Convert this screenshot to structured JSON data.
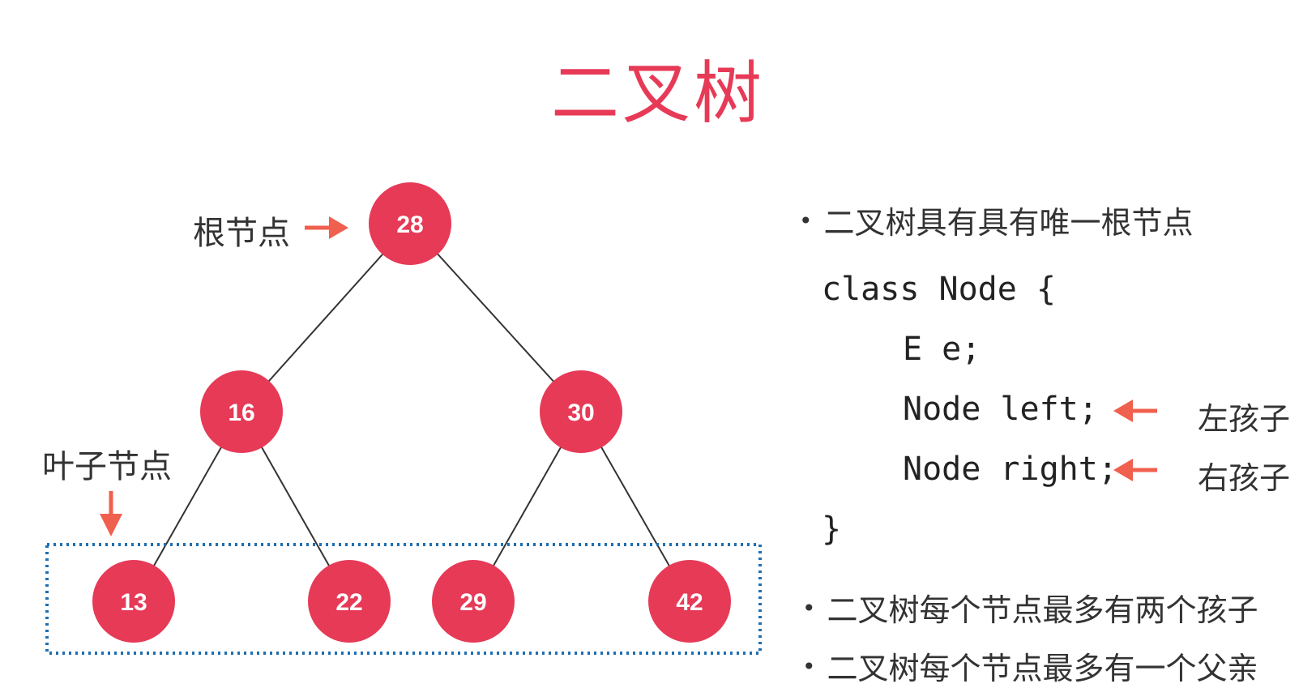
{
  "title": "二叉树",
  "labels": {
    "root": "根节点",
    "leaf": "叶子节点"
  },
  "tree": {
    "nodes": [
      {
        "id": "n28",
        "value": "28"
      },
      {
        "id": "n16",
        "value": "16"
      },
      {
        "id": "n30",
        "value": "30"
      },
      {
        "id": "n13",
        "value": "13"
      },
      {
        "id": "n22",
        "value": "22"
      },
      {
        "id": "n29",
        "value": "29"
      },
      {
        "id": "n42",
        "value": "42"
      }
    ],
    "edges": [
      [
        "n28",
        "n16"
      ],
      [
        "n28",
        "n30"
      ],
      [
        "n16",
        "n13"
      ],
      [
        "n16",
        "n22"
      ],
      [
        "n30",
        "n29"
      ],
      [
        "n30",
        "n42"
      ]
    ],
    "node_color": "#e63a57",
    "leaf_box_color": "#1f6fb2",
    "arrow_color": "#f0604e"
  },
  "bullets": {
    "b1": "二叉树具有具有唯一根节点",
    "b2": "二叉树每个节点最多有两个孩子",
    "b3": "二叉树每个节点最多有一个父亲"
  },
  "code": {
    "line1": "class Node {",
    "line2": "E e;",
    "line3": "Node left;",
    "line4": "Node right;",
    "line5": "}",
    "note_left": "左孩子",
    "note_right": "右孩子"
  }
}
